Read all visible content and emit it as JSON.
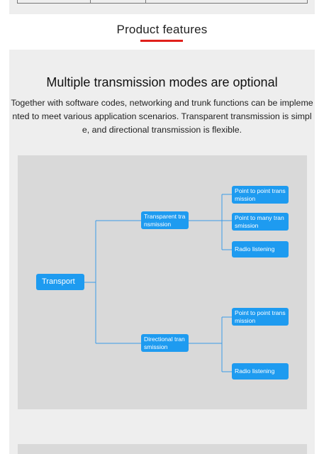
{
  "section_heading": "Product features",
  "panel": {
    "title": "Multiple transmission modes are optional",
    "description": "Together with software codes, networking and trunk functions can be implemented to meet various application scenarios. Transparent transmission is simple, and directional transmission is flexible."
  },
  "diagram": {
    "root": "Transport",
    "branch_transparent": "Transparent transmission",
    "branch_directional": "Directional transmission",
    "t_leaf_1": "Point to point transmission",
    "t_leaf_2": "Point to many transmission",
    "t_leaf_3": "Radio listening",
    "d_leaf_1": "Point to point transmission",
    "d_leaf_2": "Radio listening"
  },
  "colors": {
    "accent_underline": "#e0201c",
    "node_blue": "#1e9bf0",
    "line_blue": "#3a9be8",
    "panel_bg": "#eeeeee",
    "diagram_bg": "#d9d9d9"
  }
}
